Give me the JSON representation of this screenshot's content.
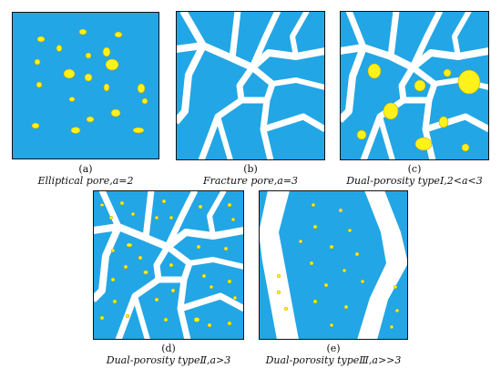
{
  "colors": {
    "matrix": "#22A6E6",
    "fracture": "#FFFFFF",
    "pore": "#FFF21A",
    "pore_outline": "#C9A400",
    "frame": "#111111"
  },
  "panels": [
    {
      "id": "a",
      "label": "(a)",
      "caption": "Elliptical pore,a=2"
    },
    {
      "id": "b",
      "label": "(b)",
      "caption": "Fracture pore,a=3"
    },
    {
      "id": "c",
      "label": "(c)",
      "caption": "Dual-porosity typeⅠ,2<a<3"
    },
    {
      "id": "d",
      "label": "(d)",
      "caption": "Dual-porosity typeⅡ,a>3"
    },
    {
      "id": "e",
      "label": "(e)",
      "caption": "Dual-porosity typeⅢ,a>>3"
    }
  ]
}
